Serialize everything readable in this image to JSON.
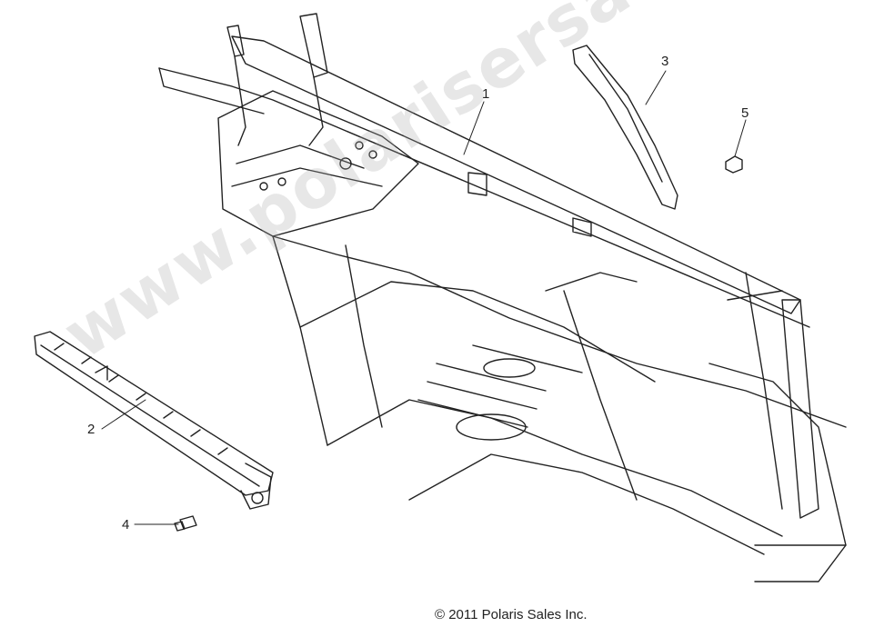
{
  "callouts": {
    "frame": "1",
    "bumper_rail": "2",
    "rear_bar": "3",
    "bolt": "4",
    "nut": "5"
  },
  "copyright": "© 2011 Polaris Sales Inc.",
  "watermark": "www.polarisersatzteile.de",
  "colors": {
    "line": "#222222",
    "watermark": "#bbbbbb"
  }
}
